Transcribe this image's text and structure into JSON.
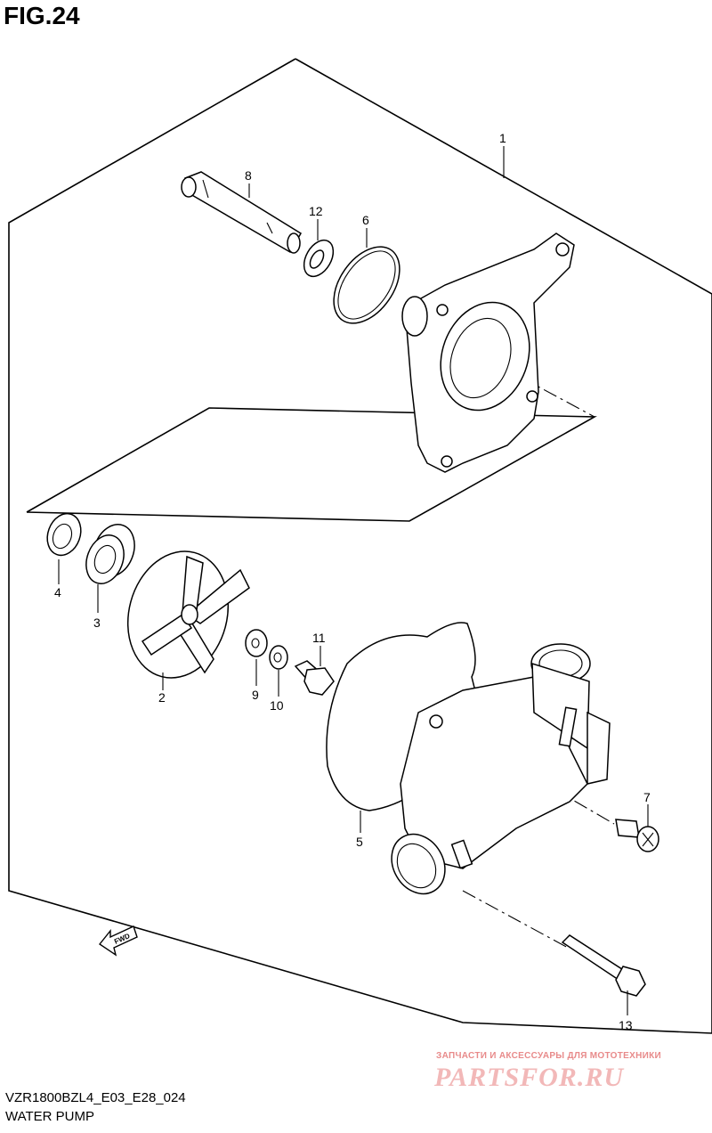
{
  "figure": {
    "title": "FIG.24",
    "model_code": "VZR1800BZL4_E03_E28_024",
    "caption": "WATER PUMP"
  },
  "callouts": [
    "1",
    "2",
    "3",
    "4",
    "5",
    "6",
    "7",
    "8",
    "9",
    "10",
    "11",
    "12",
    "13"
  ],
  "direction_label": "FWD",
  "watermark": {
    "text": "ЗАПЧАСТИ И АКСЕССУАРЫ ДЛЯ МОТОТЕХНИКИ",
    "logo": "PARTSFOR.RU",
    "color": "#e88a8a"
  }
}
